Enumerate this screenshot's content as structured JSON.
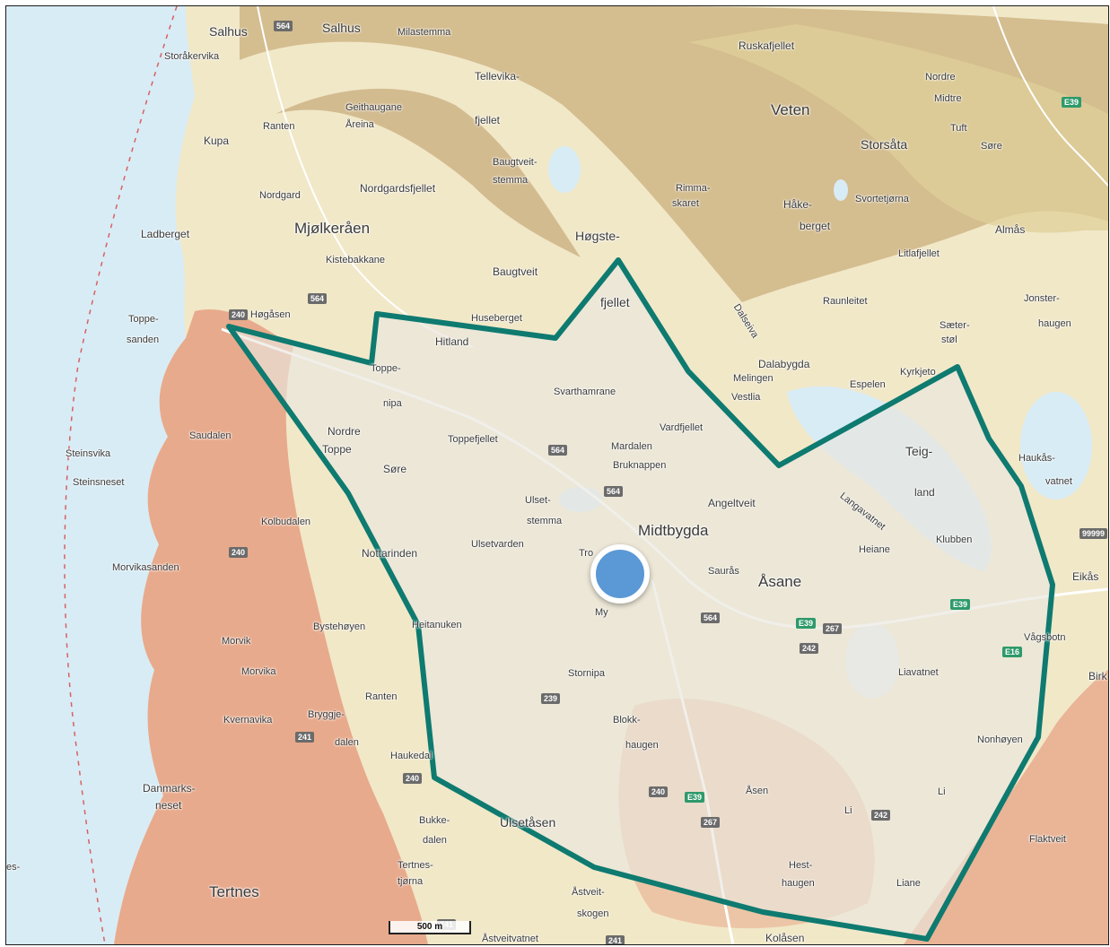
{
  "colors": {
    "water": "#d8ecf6",
    "land": "#f3ecd2",
    "forest": "#e6d9a8",
    "mountain": "#d0b98a",
    "urban": "#e8a486",
    "zone_stroke": "#0e7a70",
    "zone_fill": "#e9e7df",
    "location_dot": "#5b98d6"
  },
  "scale_bar": {
    "label": "500 m"
  },
  "labels": [
    {
      "id": "salhus-1",
      "text": "Salhus"
    },
    {
      "id": "salhus-2",
      "text": "Salhus"
    },
    {
      "id": "milastemma",
      "text": "Milastemma"
    },
    {
      "id": "storakervika",
      "text": "Storåkervika"
    },
    {
      "id": "ruskafjellet",
      "text": "Ruskafjellet"
    },
    {
      "id": "tellevika",
      "text": "Tellevika-"
    },
    {
      "id": "nordre",
      "text": "Nordre"
    },
    {
      "id": "midtre",
      "text": "Midtre"
    },
    {
      "id": "geithaugane",
      "text": "Geithaugane"
    },
    {
      "id": "ranten-1",
      "text": "Ranten"
    },
    {
      "id": "areina",
      "text": "Åreina"
    },
    {
      "id": "fjellet-1",
      "text": "fjellet"
    },
    {
      "id": "veten",
      "text": "Veten"
    },
    {
      "id": "tuft",
      "text": "Tuft"
    },
    {
      "id": "kupa",
      "text": "Kupa"
    },
    {
      "id": "storsata",
      "text": "Storsåta"
    },
    {
      "id": "sore-1",
      "text": "Søre"
    },
    {
      "id": "baugtveit-stemma",
      "text": "Baugtveit-"
    },
    {
      "id": "stemma-1",
      "text": "stemma"
    },
    {
      "id": "nordgard",
      "text": "Nordgard"
    },
    {
      "id": "nordgardsfjellet",
      "text": "Nordgardsfjellet"
    },
    {
      "id": "rimma",
      "text": "Rimma-"
    },
    {
      "id": "skaret",
      "text": "skaret"
    },
    {
      "id": "hake",
      "text": "Håke-"
    },
    {
      "id": "svortetjorna",
      "text": "Svortetjørna"
    },
    {
      "id": "berget",
      "text": "berget"
    },
    {
      "id": "ladberget",
      "text": "Ladberget"
    },
    {
      "id": "mjolkeraen",
      "text": "Mjølkeråen"
    },
    {
      "id": "hogste",
      "text": "Høgste-"
    },
    {
      "id": "almas",
      "text": "Almås"
    },
    {
      "id": "litlafjellet",
      "text": "Litlafjellet"
    },
    {
      "id": "kistebakkane",
      "text": "Kistebakkane"
    },
    {
      "id": "baugtveit",
      "text": "Baugtveit"
    },
    {
      "id": "fjellet-2",
      "text": "fjellet"
    },
    {
      "id": "raunleitet",
      "text": "Raunleitet"
    },
    {
      "id": "jonster",
      "text": "Jonster-"
    },
    {
      "id": "haugen-1",
      "text": "haugen"
    },
    {
      "id": "toppe-sanden",
      "text": "Toppe-"
    },
    {
      "id": "sanden",
      "text": "sanden"
    },
    {
      "id": "hogasen",
      "text": "Høgåsen"
    },
    {
      "id": "huseberget",
      "text": "Huseberget"
    },
    {
      "id": "hitland",
      "text": "Hitland"
    },
    {
      "id": "saeter",
      "text": "Sæter-"
    },
    {
      "id": "stol",
      "text": "støl"
    },
    {
      "id": "dalsetva",
      "text": "Dalseiva"
    },
    {
      "id": "dalabygda",
      "text": "Dalabygda"
    },
    {
      "id": "melingen",
      "text": "Melingen"
    },
    {
      "id": "vestlia",
      "text": "Vestlia"
    },
    {
      "id": "espelen",
      "text": "Espelen"
    },
    {
      "id": "kyrkjet",
      "text": "Kyrkjeto"
    },
    {
      "id": "toppe-nipa",
      "text": "Toppe-"
    },
    {
      "id": "nipa",
      "text": "nipa"
    },
    {
      "id": "svartamrane",
      "text": "Svarthamrane"
    },
    {
      "id": "vardfjellet",
      "text": "Vardfjellet"
    },
    {
      "id": "saudalen",
      "text": "Saudalen"
    },
    {
      "id": "nordre-toppe",
      "text": "Nordre"
    },
    {
      "id": "toppe",
      "text": "Toppe"
    },
    {
      "id": "toppefjellet",
      "text": "Toppefjellet"
    },
    {
      "id": "mardalen",
      "text": "Mardalen"
    },
    {
      "id": "bruknappen",
      "text": "Bruknappen"
    },
    {
      "id": "teig",
      "text": "Teig-"
    },
    {
      "id": "haukas",
      "text": "Haukås-"
    },
    {
      "id": "steinsvika",
      "text": "Steinsvika"
    },
    {
      "id": "sore-2",
      "text": "Søre"
    },
    {
      "id": "steinsneset",
      "text": "Steinsneset"
    },
    {
      "id": "vatnet",
      "text": "vatnet"
    },
    {
      "id": "langavatnet",
      "text": "Langavatnet"
    },
    {
      "id": "land",
      "text": "land"
    },
    {
      "id": "ulset",
      "text": "Ulset-"
    },
    {
      "id": "angeltveit",
      "text": "Angeltveit"
    },
    {
      "id": "stemma-2",
      "text": "stemma"
    },
    {
      "id": "midtbygda",
      "text": "Midtbygda"
    },
    {
      "id": "kolbudalen",
      "text": "Kolbudalen"
    },
    {
      "id": "klubben",
      "text": "Klubben"
    },
    {
      "id": "morvikasanden",
      "text": "Morvikasanden"
    },
    {
      "id": "nottarinden",
      "text": "Nottarinden"
    },
    {
      "id": "ulsetvarden",
      "text": "Ulsetvarden"
    },
    {
      "id": "heiane",
      "text": "Heiane"
    },
    {
      "id": "eikas",
      "text": "Eikås"
    },
    {
      "id": "tro",
      "text": "Tro"
    },
    {
      "id": "sauras",
      "text": "Saurås"
    },
    {
      "id": "asane",
      "text": "Åsane"
    },
    {
      "id": "bystehoyen",
      "text": "Bystehøyen"
    },
    {
      "id": "heitanuken",
      "text": "Heitanuken"
    },
    {
      "id": "my",
      "text": "My"
    },
    {
      "id": "vagsbotn",
      "text": "Vågsbotn"
    },
    {
      "id": "morvik",
      "text": "Morvik"
    },
    {
      "id": "morvika",
      "text": "Morvika"
    },
    {
      "id": "stornipa",
      "text": "Stornipa"
    },
    {
      "id": "liavatnet",
      "text": "Liavatnet"
    },
    {
      "id": "birk",
      "text": "Birk"
    },
    {
      "id": "ranten-2",
      "text": "Ranten"
    },
    {
      "id": "bryggje",
      "text": "Bryggje-"
    },
    {
      "id": "kvernavika",
      "text": "Kvernavika"
    },
    {
      "id": "blokk",
      "text": "Blokk-"
    },
    {
      "id": "dalen-1",
      "text": "dalen"
    },
    {
      "id": "haugen-2",
      "text": "haugen"
    },
    {
      "id": "nonhoyen",
      "text": "Nonhøyen"
    },
    {
      "id": "haukedal",
      "text": "Haukedal"
    },
    {
      "id": "danmarks",
      "text": "Danmarks-"
    },
    {
      "id": "neset",
      "text": "neset"
    },
    {
      "id": "asen",
      "text": "Åsen"
    },
    {
      "id": "li-1",
      "text": "Li"
    },
    {
      "id": "li-2",
      "text": "Li"
    },
    {
      "id": "bukke",
      "text": "Bukke-"
    },
    {
      "id": "ulsetasen",
      "text": "Ulsetåsen"
    },
    {
      "id": "flaktveit",
      "text": "Flaktveit"
    },
    {
      "id": "dalen-2",
      "text": "dalen"
    },
    {
      "id": "tertnes-tjorna",
      "text": "Tertnes-"
    },
    {
      "id": "tjorna",
      "text": "tjørna"
    },
    {
      "id": "hest",
      "text": "Hest-"
    },
    {
      "id": "haugen-3",
      "text": "haugen"
    },
    {
      "id": "liane",
      "text": "Liane"
    },
    {
      "id": "tertnes",
      "text": "Tertnes"
    },
    {
      "id": "astveit",
      "text": "Åstveit-"
    },
    {
      "id": "skogen",
      "text": "skogen"
    },
    {
      "id": "kolasen",
      "text": "Kolåsen"
    },
    {
      "id": "es",
      "text": "es-"
    },
    {
      "id": "astveit-2",
      "text": "Åstveitvatnet"
    }
  ],
  "road_shields": [
    {
      "id": "r564a",
      "text": "564"
    },
    {
      "id": "r564b",
      "text": "564"
    },
    {
      "id": "r564c",
      "text": "564"
    },
    {
      "id": "r564d",
      "text": "564"
    },
    {
      "id": "r564e",
      "text": "564"
    },
    {
      "id": "r240a",
      "text": "240"
    },
    {
      "id": "r240b",
      "text": "240"
    },
    {
      "id": "r240c",
      "text": "240"
    },
    {
      "id": "r240d",
      "text": "240"
    },
    {
      "id": "r239",
      "text": "239"
    },
    {
      "id": "r241a",
      "text": "241"
    },
    {
      "id": "r241b",
      "text": "241"
    },
    {
      "id": "r241c",
      "text": "241"
    },
    {
      "id": "r242a",
      "text": "242"
    },
    {
      "id": "r242b",
      "text": "242"
    },
    {
      "id": "r267a",
      "text": "267"
    },
    {
      "id": "r267b",
      "text": "267"
    },
    {
      "id": "e39a",
      "text": "E39"
    },
    {
      "id": "e39b",
      "text": "E39"
    },
    {
      "id": "e39c",
      "text": "E39"
    },
    {
      "id": "e39d",
      "text": "E39"
    },
    {
      "id": "e16",
      "text": "E16"
    },
    {
      "id": "r99999",
      "text": "99999"
    }
  ]
}
